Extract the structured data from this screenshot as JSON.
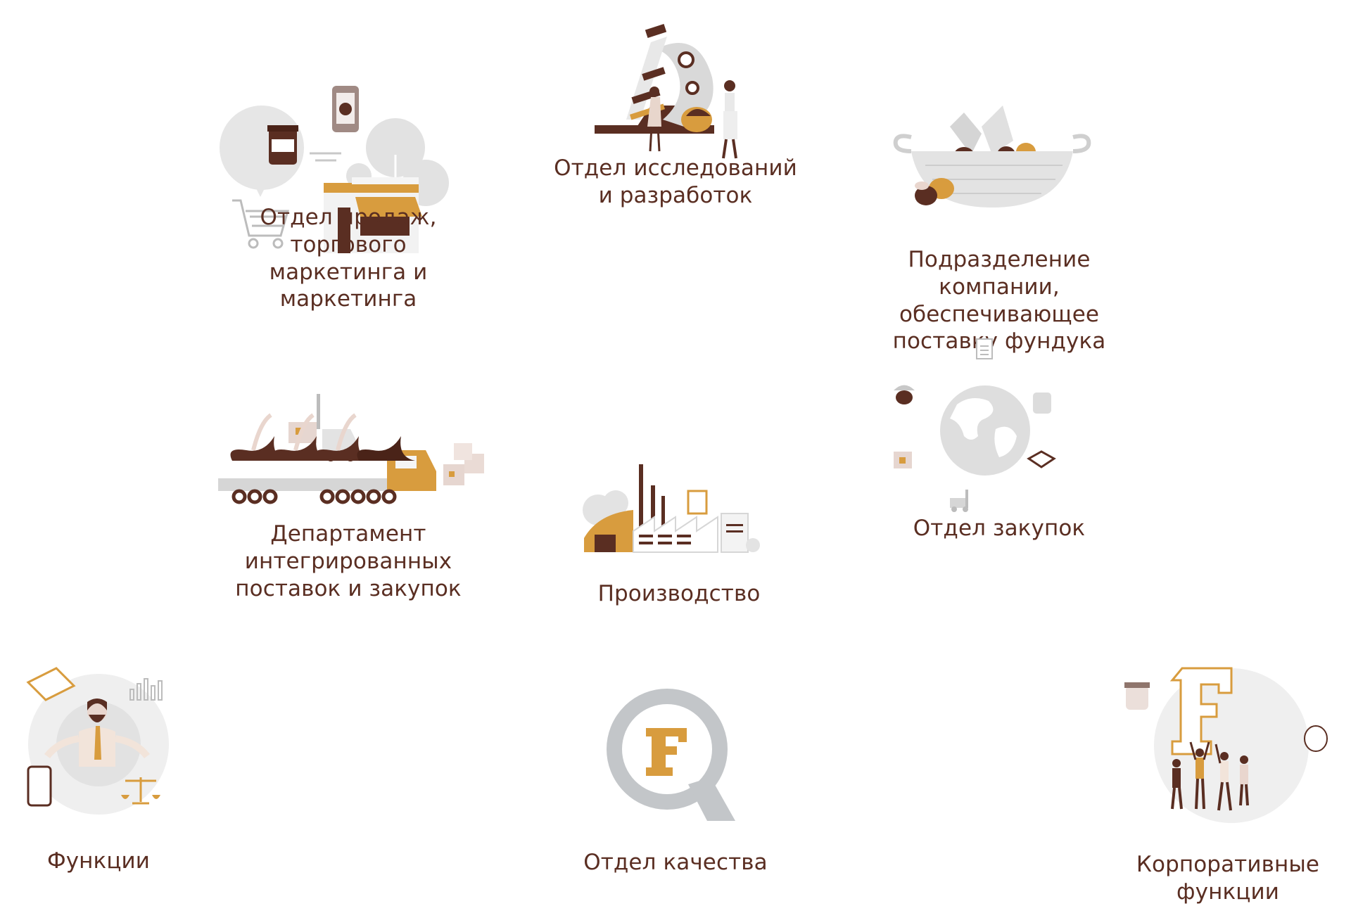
{
  "palette": {
    "brown": "#5a2e22",
    "dark_brown": "#4a2318",
    "gold": "#d89c3e",
    "light_gray": "#e6e6e6",
    "mid_gray": "#bcbcbc",
    "beige": "#e9d6ce"
  },
  "departments": [
    {
      "id": "sales",
      "icon": "shop-icon",
      "label": "Отдел продаж, торгового\nмаркетинга и маркетинга"
    },
    {
      "id": "rnd",
      "icon": "microscope-icon",
      "label": "Отдел исследований\nи разработок"
    },
    {
      "id": "hazelnut",
      "icon": "hazelnut-basket-icon",
      "label": "Подразделение компании,\nобеспечивающее\nпоставку фундука"
    },
    {
      "id": "supply",
      "icon": "truck-icon",
      "label": "Департамент\nинтегрированных\nпоставок и закупок"
    },
    {
      "id": "production",
      "icon": "factory-icon",
      "label": "Производство"
    },
    {
      "id": "procurement",
      "icon": "globe-icon",
      "label": "Отдел закупок"
    },
    {
      "id": "functions",
      "icon": "businessman-icon",
      "label": "Функции"
    },
    {
      "id": "quality",
      "icon": "quality-q-icon",
      "label": "Отдел качества"
    },
    {
      "id": "corporate",
      "icon": "team-f-icon",
      "label": "Корпоративные функции"
    }
  ]
}
